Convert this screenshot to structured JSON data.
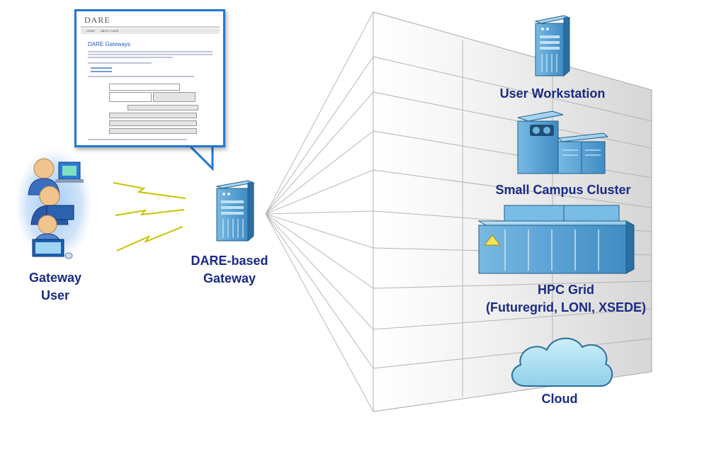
{
  "labels": {
    "gateway_user": "Gateway\nUser",
    "gateway": "DARE-based\nGateway",
    "user_workstation": "User Workstation",
    "small_campus_cluster": "Small Campus Cluster",
    "hpc_grid": "HPC Grid\n(Futuregrid, LONI, XSEDE)",
    "cloud": "Cloud"
  },
  "screenshot": {
    "logo": "DARE",
    "nav_items": [
      "HOME",
      "ABOUT DARE"
    ],
    "page_title": "DARE Gateways"
  },
  "colors": {
    "label": "#1a2a86",
    "callout_border": "#1f78d1",
    "server_body": "#4f9ccf",
    "server_dark": "#1f5d8a",
    "grid_line": "#aaaaaa",
    "lightning": "#d8d200",
    "cloud": "#a8dbee"
  }
}
